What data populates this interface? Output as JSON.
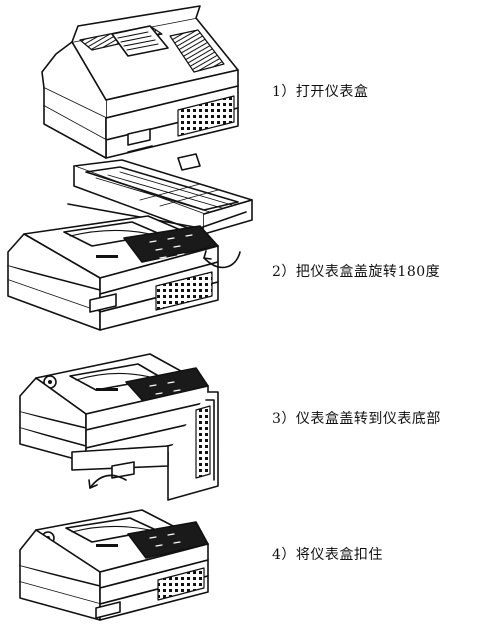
{
  "steps": [
    {
      "label": "1）打开仪表盒"
    },
    {
      "label": "2）把仪表盒盖旋转180度"
    },
    {
      "label": "3）仪表盒盖转到仪表底部"
    },
    {
      "label": "4）将仪表盒扣住"
    }
  ],
  "colors": {
    "line": "#111111",
    "fill": "#ffffff",
    "dark": "#1a1a1a"
  }
}
